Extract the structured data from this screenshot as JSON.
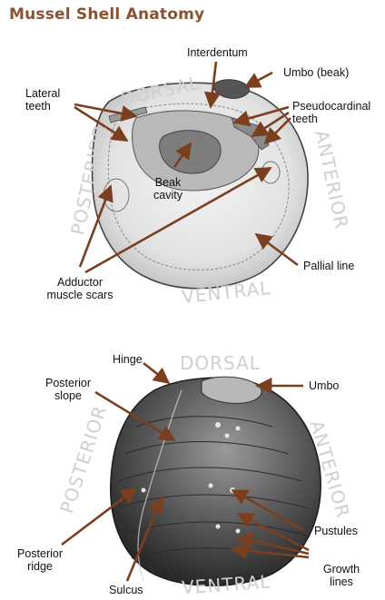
{
  "title": "Mussel Shell Anatomy",
  "colors": {
    "title": "#8a5230",
    "arrow": "#7b3f1f",
    "direction": "#cfcfcf",
    "text": "#111111"
  },
  "top_diagram": {
    "directions": {
      "dorsal": "DORSAL",
      "posterior": "POSTERIOR",
      "anterior": "ANTERIOR",
      "ventral": "VENTRAL"
    },
    "labels": {
      "interdentum": "Interdentum",
      "umbo_beak": "Umbo (beak)",
      "lateral_teeth": "Lateral\nteeth",
      "pseudocardinal_teeth": "Pseudocardinal\nteeth",
      "beak_cavity": "Beak\ncavity",
      "adductor_muscle_scars": "Adductor\nmuscle scars",
      "pallial_line": "Pallial line"
    }
  },
  "bottom_diagram": {
    "directions": {
      "dorsal": "DORSAL",
      "posterior": "POSTERIOR",
      "anterior": "ANTERIOR",
      "ventral": "VENTRAL"
    },
    "labels": {
      "hinge": "Hinge",
      "umbo": "Umbo",
      "posterior_slope": "Posterior\nslope",
      "pustules": "Pustules",
      "posterior_ridge": "Posterior\nridge",
      "growth_lines": "Growth\nlines",
      "sulcus": "Sulcus"
    }
  }
}
